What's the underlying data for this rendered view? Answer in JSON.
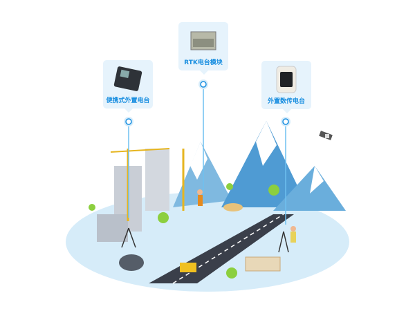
{
  "devices": [
    {
      "label": "便携式外置电台",
      "icon": "portable-radio-icon"
    },
    {
      "label": "RTK电台模块",
      "icon": "rtk-module-icon"
    },
    {
      "label": "外置数传电台",
      "icon": "external-radio-icon"
    }
  ],
  "colors": {
    "accent": "#1a8fe0",
    "card": "#e6f3fc",
    "ground": "#d6ecf9",
    "road": "#3a3f4a",
    "mountain": "#5aa6d8"
  }
}
